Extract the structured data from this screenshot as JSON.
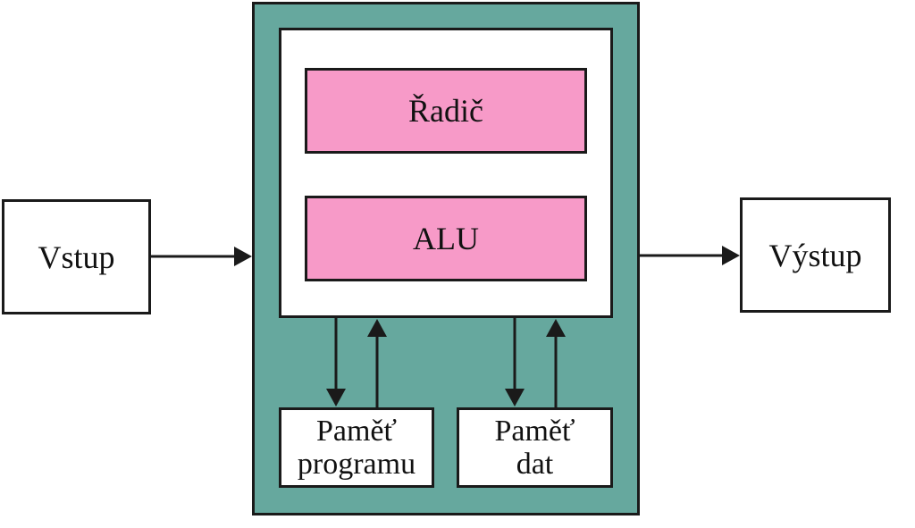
{
  "diagram": {
    "input_label": "Vstup",
    "output_label": "Výstup",
    "controller_label": "Řadič",
    "alu_label": "ALU",
    "program_memory": {
      "line1": "Paměť",
      "line2": "programu"
    },
    "data_memory": {
      "line1": "Paměť",
      "line2": "dat"
    }
  },
  "colors": {
    "cpu_fill": "#66a89e",
    "unit_fill": "#f79ac8",
    "line": "#1a1a1a"
  }
}
